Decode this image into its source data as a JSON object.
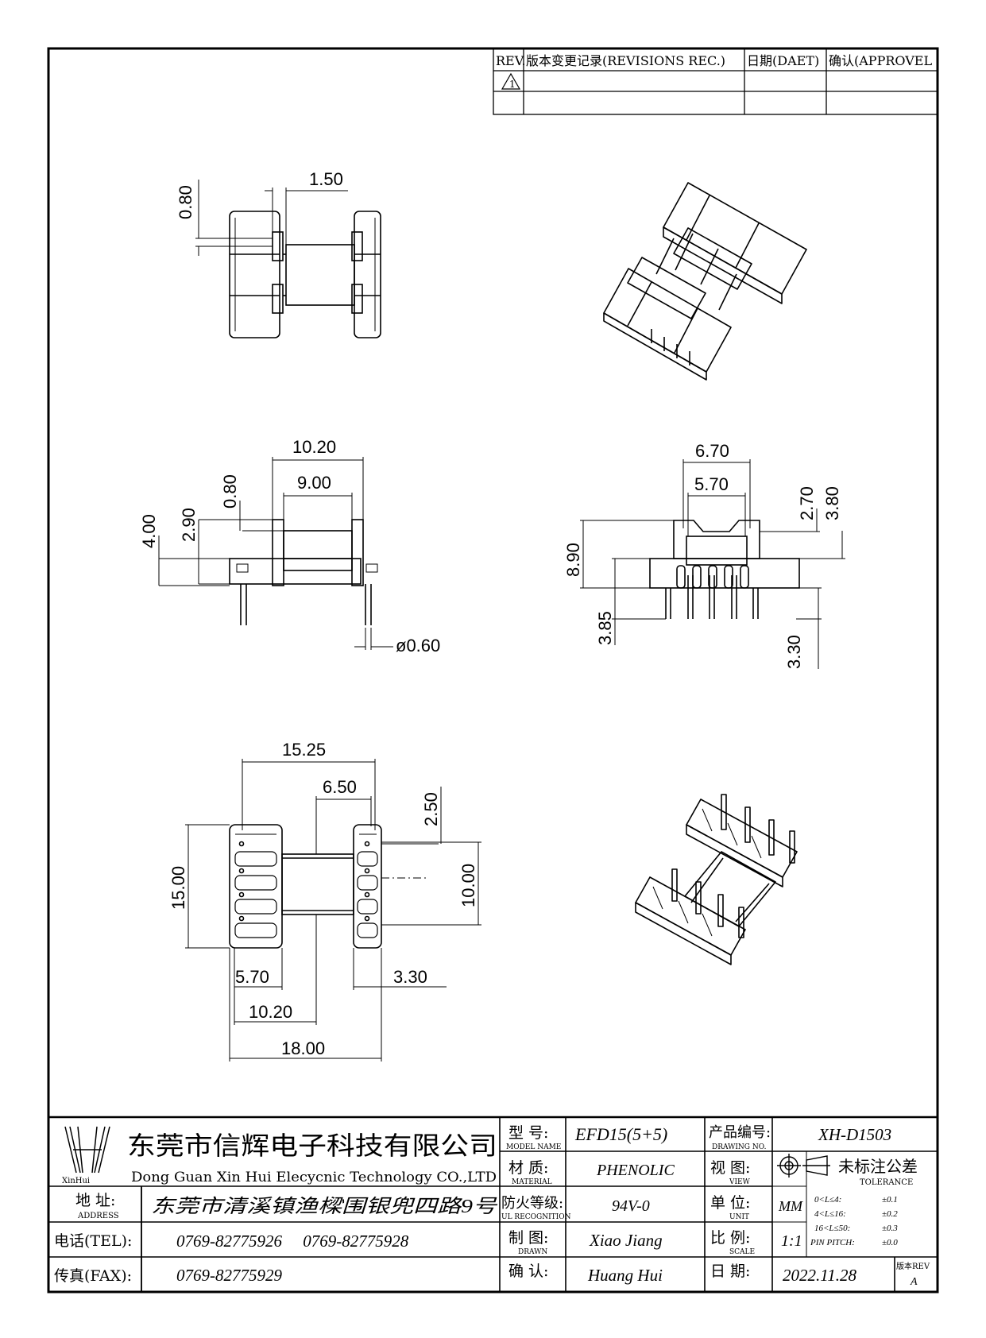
{
  "revision_table": {
    "headers": [
      "REV.",
      "版本变更记录(REVISIONS REC.)",
      "日期(DAET)",
      "确认(APPROVEL"
    ],
    "rows": [
      [
        "1",
        "",
        "",
        ""
      ],
      [
        "",
        "",
        "",
        ""
      ]
    ]
  },
  "views": {
    "top_view": {
      "dims": [
        "1.50",
        "0.80"
      ]
    },
    "front_view": {
      "dims": [
        "10.20",
        "9.00",
        "0.80",
        "2.90",
        "4.00",
        "ø0.60"
      ]
    },
    "side_view": {
      "dims": [
        "6.70",
        "5.70",
        "2.70",
        "3.80",
        "8.90",
        "3.85",
        "3.30"
      ]
    },
    "bottom_view": {
      "dims": [
        "15.25",
        "6.50",
        "2.50",
        "15.00",
        "10.00",
        "5.70",
        "3.30",
        "10.20",
        "18.00"
      ]
    }
  },
  "title_block": {
    "company_cn": "东莞市信辉电子科技有限公司",
    "company_en": "Dong Guan Xin Hui Elecycnic Technology CO.,LTD",
    "logo_text": "XinHui",
    "address_label_cn": "地  址:",
    "address_label_en": "ADDRESS",
    "address": "东莞市清溪镇渔樑围银兜四路9号",
    "tel_label": "电话(TEL):",
    "tel": "0769-82775926     0769-82775928",
    "fax_label": "传真(FAX):",
    "fax": "0769-82775929",
    "model_label_cn": "型  号:",
    "model_label_en": "MODEL NAME",
    "model": "EFD15(5+5)",
    "material_label_cn": "材  质:",
    "material_label_en": "MATERIAL",
    "material": "PHENOLIC",
    "ul_label_cn": "防火等级:",
    "ul_label_en": "UL RECOGNITION",
    "ul": "94V-0",
    "drawn_label_cn": "制  图:",
    "drawn_label_en": "DRAWN",
    "drawn": "Xiao Jiang",
    "confirm_label_cn": "确  认:",
    "confirm": "Huang Hui",
    "drawing_no_label_cn": "产品编号:",
    "drawing_no_label_en": "DRAWING NO.",
    "drawing_no": "XH-D1503",
    "view_label_cn": "视  图:",
    "view_label_en": "VIEW",
    "tolerance_label_cn": "未标注公差",
    "tolerance_label_en": "TOLERANCE",
    "unit_label_cn": "单  位:",
    "unit_label_en": "UNIT",
    "unit": "MM",
    "scale_label_cn": "比  例:",
    "scale_label_en": "SCALE",
    "scale": "1:1",
    "date_label_cn": "日  期:",
    "date": "2022.11.28",
    "tolerances": [
      [
        "0<L≤4:",
        "±0.1"
      ],
      [
        "4<L≤16:",
        "±0.2"
      ],
      [
        "16<L≤50:",
        "±0.3"
      ],
      [
        "PIN PITCH:",
        "±0.0"
      ]
    ],
    "version_label": "版本REV",
    "version": "A"
  }
}
